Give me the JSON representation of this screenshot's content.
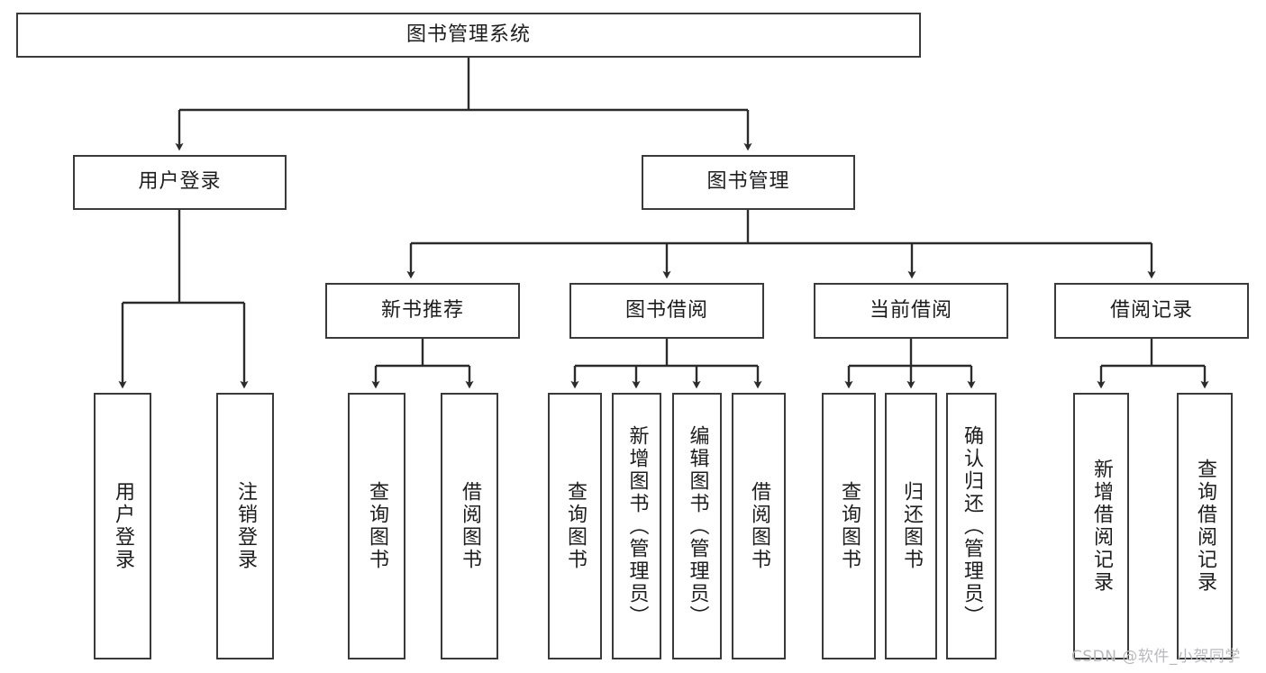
{
  "diagram": {
    "type": "tree",
    "title": "图书管理系统",
    "watermark": "CSDN @软件_小贺同学",
    "colors": {
      "stroke": "#3a3a3c",
      "fill": "#ffffff",
      "text": "#1d1d1f",
      "watermark": "#b9b9bd"
    },
    "root": {
      "label": "图书管理系统"
    },
    "level2": [
      {
        "label": "用户登录"
      },
      {
        "label": "图书管理"
      }
    ],
    "level3": [
      {
        "label": "新书推荐"
      },
      {
        "label": "图书借阅"
      },
      {
        "label": "当前借阅"
      },
      {
        "label": "借阅记录"
      }
    ],
    "leaves": {
      "user_login": [
        {
          "label": "用户登录"
        },
        {
          "label": "注销登录"
        }
      ],
      "new_book_recommend": [
        {
          "label": "查询图书"
        },
        {
          "label": "借阅图书"
        }
      ],
      "book_borrow": [
        {
          "label": "查询图书"
        },
        {
          "label": "新增图书（管理员）"
        },
        {
          "label": "编辑图书（管理员）"
        },
        {
          "label": "借阅图书"
        }
      ],
      "current_borrow": [
        {
          "label": "查询图书"
        },
        {
          "label": "归还图书"
        },
        {
          "label": "确认归还（管理员）"
        }
      ],
      "borrow_record": [
        {
          "label": "新增借阅记录"
        },
        {
          "label": "查询借阅记录"
        }
      ]
    }
  }
}
